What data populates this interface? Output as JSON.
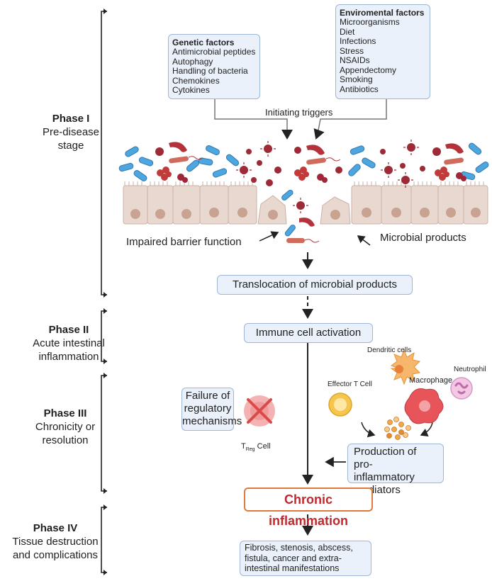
{
  "phases": [
    {
      "title": "Phase I",
      "desc": [
        "Pre-disease",
        "stage"
      ]
    },
    {
      "title": "Phase II",
      "desc": [
        "Acute intestinal",
        "inflammation"
      ]
    },
    {
      "title": "Phase III",
      "desc": [
        "Chronicity or",
        "resolution"
      ]
    },
    {
      "title": "Phase IV",
      "desc": [
        "Tissue destruction",
        "and complications"
      ]
    }
  ],
  "genetic": {
    "title": "Genetic factors",
    "items": [
      "Antimicrobial peptides",
      "Autophagy",
      "Handling of bacteria",
      "Chemokines",
      "Cytokines"
    ]
  },
  "environmental": {
    "title": "Enviromental factors",
    "items": [
      "Microorganisms",
      "Diet",
      "Infections",
      "Stress",
      "NSAIDs",
      "Appendectomy",
      "Smoking",
      "Antibiotics"
    ]
  },
  "labels": {
    "initiating": "Initiating triggers",
    "impaired": "Impaired barrier function",
    "microbial": "Microbial products",
    "translocation": "Translocation of microbial products",
    "immune": "Immune cell activation",
    "failure": [
      "Failure of",
      "regulatory",
      "mechanisms"
    ],
    "treg_t": "T",
    "treg_sub": "Reg",
    "treg_cell": "Cell",
    "dendritic": "Dendritic cells",
    "effector": "Effector T Cell",
    "macrophage": "Macrophage",
    "neutrophil": "Neutrophil",
    "production": [
      "Production of pro-",
      "inflammatory",
      "mediators"
    ],
    "chronic": "Chronic inflammation",
    "outcomes": [
      "Fibrosis, stenosis, abscess,",
      "fistula, cancer and extra-",
      "intestinal manifestations"
    ]
  },
  "colors": {
    "box_fill": "#eaf1fb",
    "box_border": "#9fb6d6",
    "chronic_border": "#e07a3c",
    "chronic_text": "#c0282d",
    "epithelium": "#e9d8cf",
    "nucleus": "#c9a392",
    "bacteria_blue": "#4ea6df",
    "bacteria_red": "#b5323a"
  }
}
